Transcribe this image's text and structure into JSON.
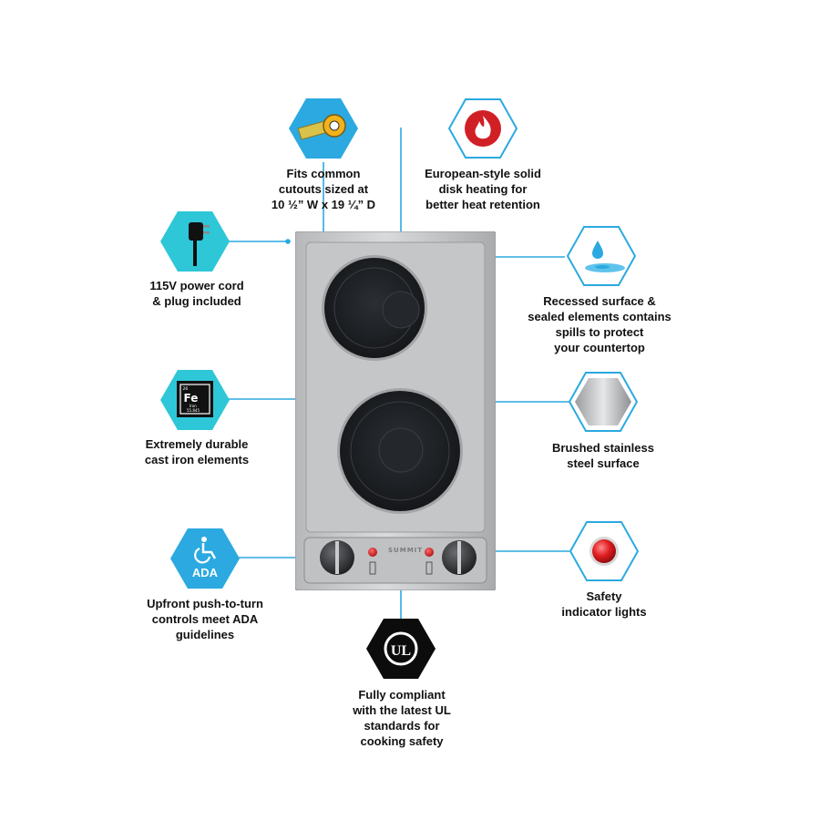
{
  "colors": {
    "accent": "#2ba9e0",
    "hex_fill": "#2ec7d8",
    "dark_hex": "#0c0c0c",
    "steel": "#c7c9cb",
    "burner": "#1e2125",
    "red_light": "#e01f22"
  },
  "product": {
    "brand": "SUMMIT"
  },
  "features": {
    "cutout": {
      "icon": "tape-measure-icon",
      "text": "Fits common\ncutouts sized at\n10 ½” W x 19 ¼” D"
    },
    "heating": {
      "icon": "flame-icon",
      "text": "European-style solid\ndisk heating for\nbetter heat retention"
    },
    "power": {
      "icon": "power-plug-icon",
      "text": "115V power cord\n& plug included"
    },
    "recessed": {
      "icon": "water-drop-icon",
      "text": "Recessed surface &\nsealed elements contains\nspills to protect\nyour countertop"
    },
    "iron": {
      "icon": "iron-element-icon",
      "text": "Extremely durable\ncast iron elements",
      "tile": {
        "number": "26",
        "symbol": "Fe",
        "name": "Iron",
        "mass": "55.845"
      }
    },
    "steel": {
      "icon": "brushed-steel-icon",
      "text": "Brushed stainless\nsteel surface"
    },
    "ada": {
      "icon": "wheelchair-icon",
      "label": "ADA",
      "text": "Upfront push-to-turn\ncontrols meet ADA\nguidelines"
    },
    "lights": {
      "icon": "indicator-light-icon",
      "text": "Safety\nindicator lights"
    },
    "ul": {
      "icon": "ul-logo-icon",
      "label": "UL",
      "text": "Fully compliant\nwith the latest UL\nstandards for\ncooking safety"
    }
  }
}
